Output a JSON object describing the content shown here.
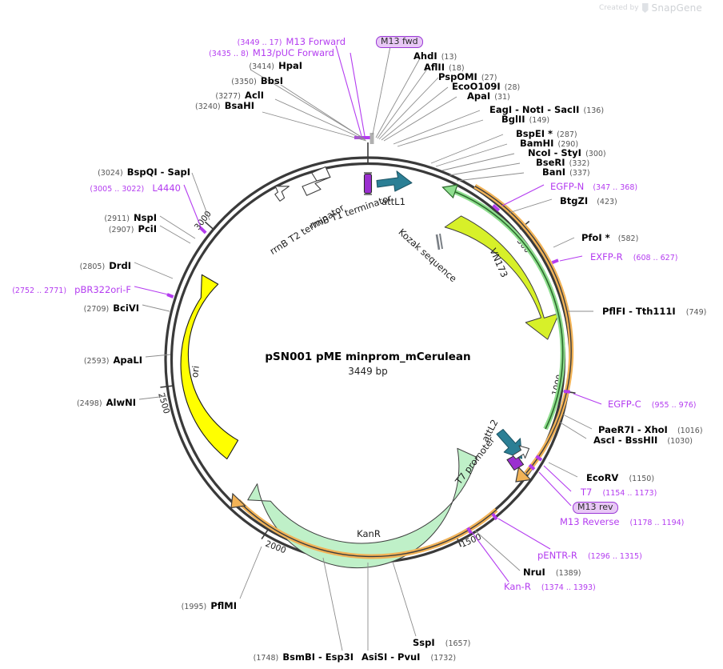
{
  "brand": {
    "prefix": "Created by",
    "name": "SnapGene",
    "logo_icon": "snapgene-logo-icon"
  },
  "plasmid": {
    "name": "pSN001 pME minprom_mCerulean",
    "size": "3449 bp",
    "length_bp": 3449
  },
  "ruler_ticks": [
    {
      "label": "500",
      "bp": 500
    },
    {
      "label": "1000",
      "bp": 1000
    },
    {
      "label": "1500",
      "bp": 1500
    },
    {
      "label": "2000",
      "bp": 2000
    },
    {
      "label": "2500",
      "bp": 2500
    },
    {
      "label": "3000",
      "bp": 3000
    }
  ],
  "inner_features": [
    {
      "name": "rrnB T2 terminator",
      "kind": "terminator",
      "color": "#ffffff"
    },
    {
      "name": "rrnB T1 terminator",
      "kind": "terminator",
      "color": "#ffffff"
    },
    {
      "name": "attL1",
      "kind": "recombination",
      "color": "#2b7f95"
    },
    {
      "name": "Kozak sequence",
      "kind": "misc",
      "color": "#7a7f85"
    },
    {
      "name": "VN173",
      "kind": "cds",
      "color": "#d7f029"
    },
    {
      "name": "attL2",
      "kind": "recombination",
      "color": "#2b7f95"
    },
    {
      "name": "T7 promoter",
      "kind": "promoter",
      "color": "#ffffff"
    },
    {
      "name": "KanR",
      "kind": "cds",
      "color": "#bff0c8"
    },
    {
      "name": "ori",
      "kind": "rep_origin",
      "color": "#ffff00"
    }
  ],
  "top_left_labels": [
    {
      "pos": "(3449 .. 17)",
      "name": "M13 Forward",
      "type": "feature"
    },
    {
      "pos": "(3435 .. 8)",
      "name": "M13/pUC Forward",
      "type": "feature"
    },
    {
      "pos": "(3414)",
      "name": "HpaI",
      "type": "enzyme"
    },
    {
      "pos": "(3350)",
      "name": "BbsI",
      "type": "enzyme"
    },
    {
      "pos": "(3277)",
      "name": "AclI",
      "type": "enzyme"
    },
    {
      "pos": "(3240)",
      "name": "BsaHI",
      "type": "enzyme"
    }
  ],
  "top_badge": {
    "label": "M13 fwd"
  },
  "bottom_badge": {
    "label": "M13 rev"
  },
  "top_right_labels": [
    {
      "name": "AhdI",
      "pos": "(13)",
      "type": "enzyme"
    },
    {
      "name": "AflII",
      "pos": "(18)",
      "type": "enzyme"
    },
    {
      "name": "PspOMI",
      "pos": "(27)",
      "type": "enzyme"
    },
    {
      "name": "EcoO109I",
      "pos": "(28)",
      "type": "enzyme"
    },
    {
      "name": "ApaI",
      "pos": "(31)",
      "type": "enzyme"
    },
    {
      "name": "EagI  -  NotI  -  SacII",
      "pos": "(136)",
      "type": "enzyme"
    },
    {
      "name": "BglII",
      "pos": "(149)",
      "type": "enzyme"
    },
    {
      "name": "BspEI *",
      "pos": "(287)",
      "type": "enzyme"
    },
    {
      "name": "BamHI",
      "pos": "(290)",
      "type": "enzyme"
    },
    {
      "name": "NcoI  -  StyI",
      "pos": "(300)",
      "type": "enzyme"
    },
    {
      "name": "BseRI",
      "pos": "(332)",
      "type": "enzyme"
    },
    {
      "name": "BanI",
      "pos": "(337)",
      "type": "enzyme"
    },
    {
      "name": "EGFP-N",
      "pos": "(347 .. 368)",
      "type": "feature"
    },
    {
      "name": "BtgZI",
      "pos": "(423)",
      "type": "enzyme"
    }
  ],
  "right_labels": [
    {
      "name": "PfoI *",
      "pos": "(582)",
      "type": "enzyme"
    },
    {
      "name": "EXFP-R",
      "pos": "(608 .. 627)",
      "type": "feature"
    },
    {
      "name": "PflFI  -  Tth111I",
      "pos": "(749)",
      "type": "enzyme"
    },
    {
      "name": "EGFP-C",
      "pos": "(955 .. 976)",
      "type": "feature"
    },
    {
      "name": "PaeR7I  -  XhoI",
      "pos": "(1016)",
      "type": "enzyme"
    },
    {
      "name": "AscI  -  BssHII",
      "pos": "(1030)",
      "type": "enzyme"
    },
    {
      "name": "EcoRV",
      "pos": "(1150)",
      "type": "enzyme"
    },
    {
      "name": "T7",
      "pos": "(1154 .. 1173)",
      "type": "feature"
    },
    {
      "name": "M13 Reverse",
      "pos": "(1178 .. 1194)",
      "type": "feature"
    },
    {
      "name": "pENTR-R",
      "pos": "(1296 .. 1315)",
      "type": "feature"
    },
    {
      "name": "NruI",
      "pos": "(1389)",
      "type": "enzyme"
    },
    {
      "name": "Kan-R",
      "pos": "(1374 .. 1393)",
      "type": "feature"
    }
  ],
  "bottom_labels": [
    {
      "name": "SspI",
      "pos": "(1657)",
      "type": "enzyme"
    },
    {
      "name": "AsiSI  -  PvuI",
      "pos": "(1732)",
      "type": "enzyme"
    },
    {
      "name": "BsmBI  -  Esp3I",
      "pos": "(1748)",
      "type": "enzyme"
    },
    {
      "name": "PflMI",
      "pos": "(1995)",
      "type": "enzyme"
    }
  ],
  "left_labels": [
    {
      "name": "AlwNI",
      "pos": "(2498)",
      "type": "enzyme"
    },
    {
      "name": "ApaLI",
      "pos": "(2593)",
      "type": "enzyme"
    },
    {
      "name": "BciVI",
      "pos": "(2709)",
      "type": "enzyme"
    },
    {
      "name": "pBR322ori-F",
      "pos": "(2752 .. 2771)",
      "type": "feature"
    },
    {
      "name": "DrdI",
      "pos": "(2805)",
      "type": "enzyme"
    },
    {
      "name": "PciI",
      "pos": "(2907)",
      "type": "enzyme"
    },
    {
      "name": "NspI",
      "pos": "(2911)",
      "type": "enzyme"
    },
    {
      "name": "L4440",
      "pos": "(3005 .. 3022)",
      "type": "feature"
    },
    {
      "name": "BspQI  -  SapI",
      "pos": "(3024)",
      "type": "enzyme"
    }
  ],
  "colors": {
    "backbone": "#3a3a3a",
    "enzyme_text": "#000000",
    "position_text": "#555555",
    "feature_purple": "#b43cf0",
    "ori_yellow": "#ffff00",
    "kanr_green": "#bff0c8",
    "vn173_yellowgreen": "#d7f029",
    "attl_teal": "#2b7f95",
    "primer_orange": "#f2b357",
    "primer_green": "#8ede8e",
    "promoter_purple": "#9b2fd0"
  }
}
